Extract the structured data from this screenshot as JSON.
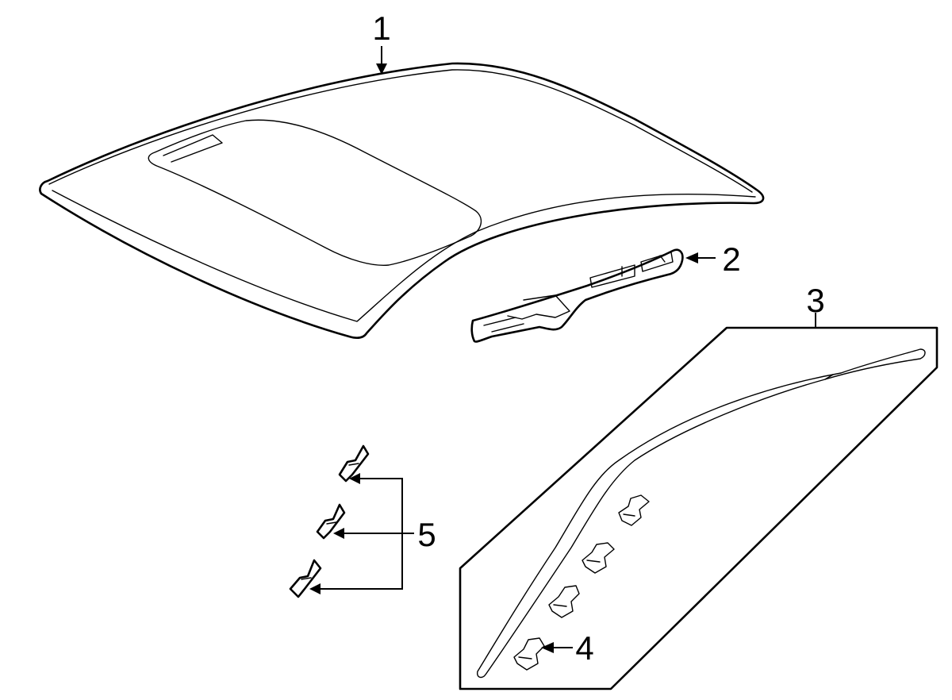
{
  "callouts": {
    "roof_panel": "1",
    "rail": "2",
    "molding": "3",
    "molding_clip": "4",
    "retainers": "5"
  }
}
